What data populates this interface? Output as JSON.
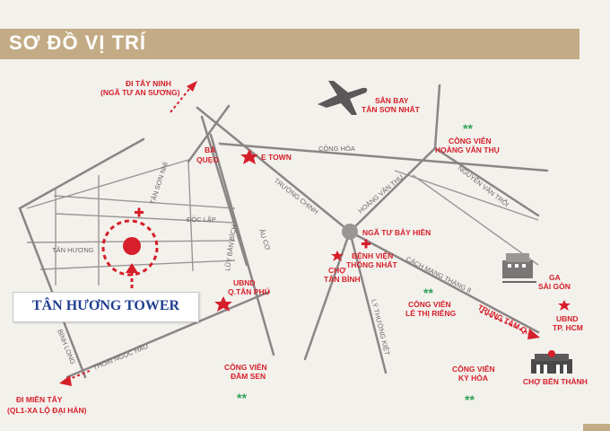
{
  "header": {
    "title": "SƠ ĐỒ VỊ TRÍ"
  },
  "tower": {
    "label": "TÂN HƯƠNG TOWER"
  },
  "roads": {
    "cong_hoa": "CỘNG HÒA",
    "truong_chinh": "TRƯỜNG CHINH",
    "hoang_van_thu": "HOÀNG VĂN THỤ",
    "nguyen_van_troi": "NGUYỄN VĂN TRỖI",
    "cach_mang_thang_8": "CÁCH MẠNG THÁNG 8",
    "tan_son_nhi": "TÂN SƠN NHÌ",
    "doc_lap": "ĐỘC LẬP",
    "tan_huong": "TÂN HƯƠNG",
    "luy_ban_bich": "LŨY BÁN BÍCH",
    "au_co": "ÂU CƠ",
    "ly_thuong_kiet": "LÝ THƯỜNG KIỆT",
    "thoai_ngoc_hau": "THOẠI NGỌC HẦU",
    "binh_long": "BÌNH LONG"
  },
  "places": {
    "di_tay_ninh_1": "ĐI TÂY NINH",
    "di_tay_ninh_2": "(NGÃ TƯ AN SƯƠNG)",
    "san_bay_1": "SÂN BAY",
    "san_bay_2": "TÂN SƠN NHẤT",
    "cv_hvt_1": "CÔNG VIÊN",
    "cv_hvt_2": "HOÀNG VĂN THỤ",
    "ba_queo_1": "BÀ",
    "ba_queo_2": "QUẸO",
    "e_town": "E TOWN",
    "nga_tu_bay_hien": "NGÃ TƯ BẢY HIỀN",
    "bv_thong_nhat_1": "BỆNH VIỆN",
    "bv_thong_nhat_2": "THỐNG NHẤT",
    "ga_1": "GA",
    "ga_2": "SÀI GÒN",
    "ubnd_tan_phu_1": "UBND",
    "ubnd_tan_phu_2": "Q.TÂN PHÚ",
    "cho_tan_binh_1": "CHỢ",
    "cho_tan_binh_2": "TÂN BÌNH",
    "cv_ltr_1": "CÔNG VIÊN",
    "cv_ltr_2": "LÊ THỊ RIÊNG",
    "trung_tam_q1": "TRUNG TÂM Q.1",
    "ubnd_hcm_1": "UBND",
    "ubnd_hcm_2": "TP. HCM",
    "cv_dam_sen_1": "CÔNG VIÊN",
    "cv_dam_sen_2": "ĐẦM SEN",
    "cv_ky_hoa_1": "CÔNG VIÊN",
    "cv_ky_hoa_2": "KỲ HÒA",
    "cho_ben_thanh": "CHỢ BẾN THÀNH",
    "di_mien_tay_1": "ĐI MIỀN TÂY",
    "di_mien_tay_2": "(QL1-XA LỘ ĐẠI HÀN)"
  },
  "colors": {
    "accent_red": "#d61f2a",
    "header_tan": "#c3ac85",
    "road_grey": "#8a8686",
    "park_green": "#2fa35a",
    "tower_blue": "#1f3e8f"
  }
}
